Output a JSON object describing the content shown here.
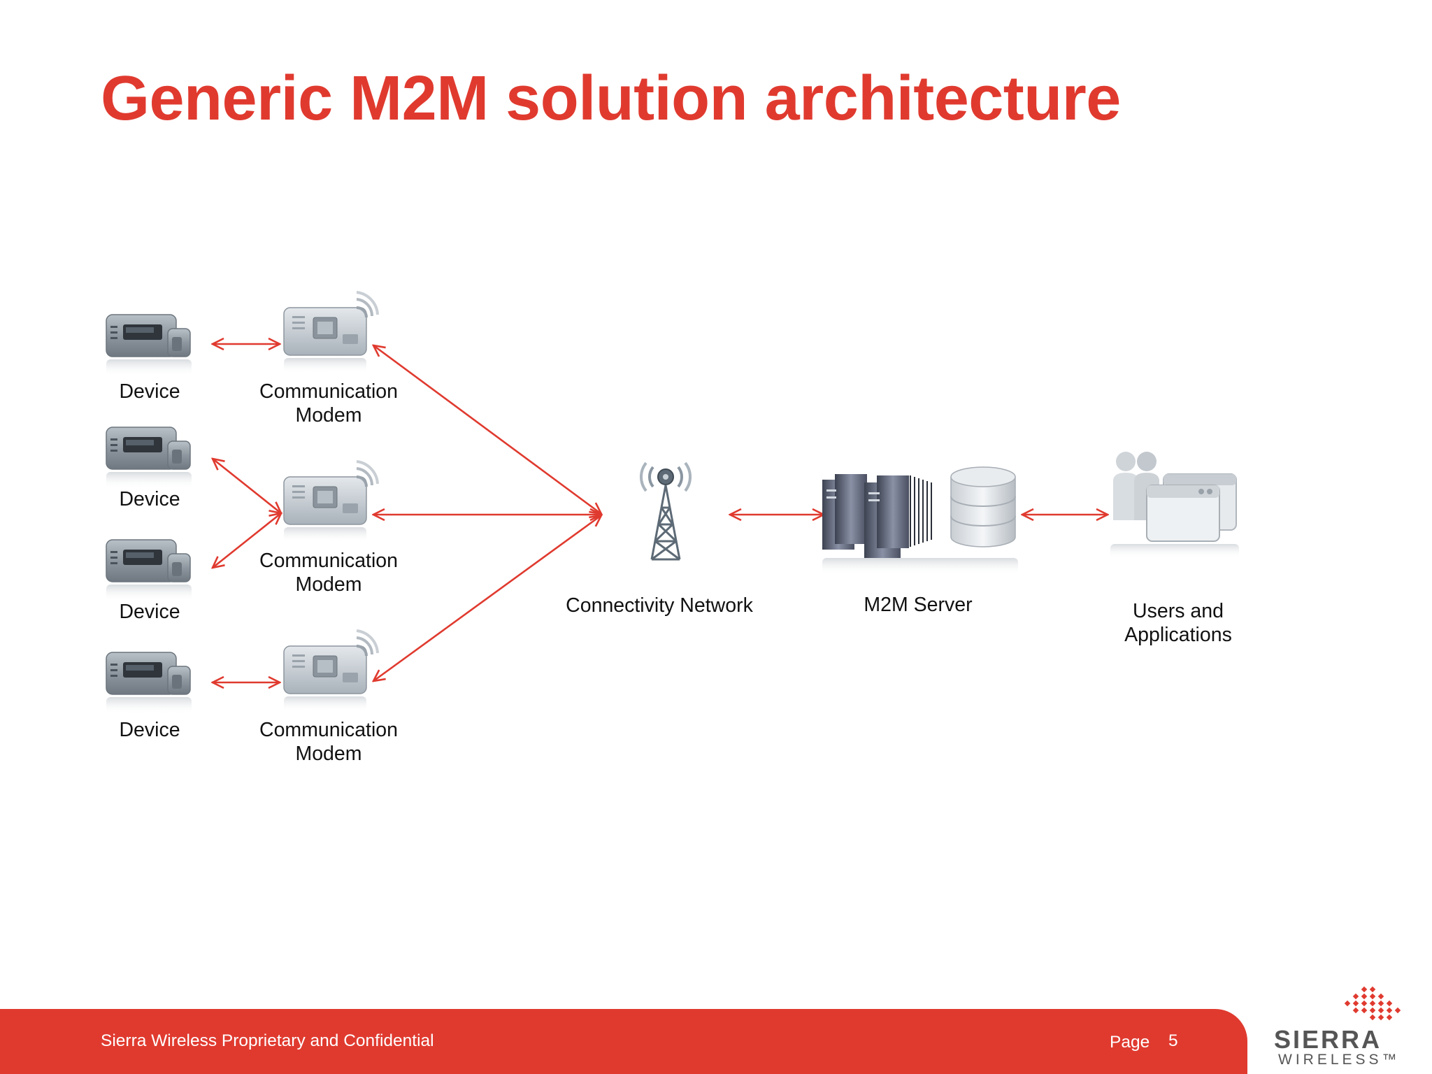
{
  "slide": {
    "title": "Generic M2M solution architecture"
  },
  "diagram": {
    "devices": [
      {
        "label": "Device",
        "icon": "device-icon"
      },
      {
        "label": "Device",
        "icon": "device-icon"
      },
      {
        "label": "Device",
        "icon": "device-icon"
      },
      {
        "label": "Device",
        "icon": "device-icon"
      }
    ],
    "modems": [
      {
        "line1": "Communication",
        "line2": "Modem",
        "icon": "modem-icon"
      },
      {
        "line1": "Communication",
        "line2": "Modem",
        "icon": "modem-icon"
      },
      {
        "line1": "Communication",
        "line2": "Modem",
        "icon": "modem-icon"
      }
    ],
    "network": {
      "label": "Connectivity Network",
      "icon": "cell-tower-icon"
    },
    "server": {
      "label": "M2M Server",
      "icon": "server-database-icon"
    },
    "users": {
      "line1": "Users and",
      "line2": "Applications",
      "icon": "users-applications-icon"
    },
    "arrow_color": "#e03a2f"
  },
  "footer": {
    "confidential": "Sierra Wireless Proprietary and Confidential",
    "page_label": "Page",
    "page_number": "5",
    "brand_line1": "SIERRA",
    "brand_line2": "WIRELESS™"
  },
  "colors": {
    "accent": "#e03a2f"
  }
}
